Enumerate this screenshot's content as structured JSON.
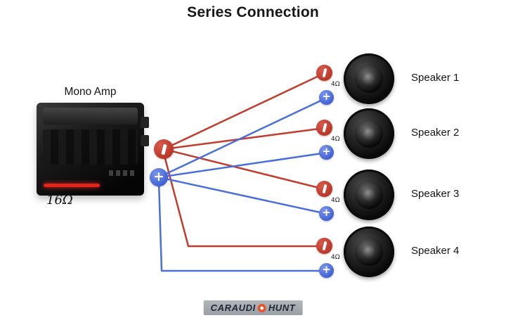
{
  "title": "Series Connection",
  "amp": {
    "label": "Mono Amp",
    "impedance": "16Ω"
  },
  "speakers": [
    {
      "label": "Speaker 1",
      "impedance": "4Ω"
    },
    {
      "label": "Speaker 2",
      "impedance": "4Ω"
    },
    {
      "label": "Speaker 3",
      "impedance": "4Ω"
    },
    {
      "label": "Speaker 4",
      "impedance": "4Ω"
    }
  ],
  "symbols": {
    "plus": "+",
    "bar": "|"
  },
  "colors": {
    "wire_red": "#c23b2c",
    "wire_blue": "#4a6fdc",
    "terminal_red": "#b93425",
    "terminal_blue": "#3f5fd4",
    "title_text": "#171717"
  },
  "logo": {
    "part1": "CARAUDI",
    "part2": "HUNT",
    "icon": "speaker-dot-icon"
  }
}
